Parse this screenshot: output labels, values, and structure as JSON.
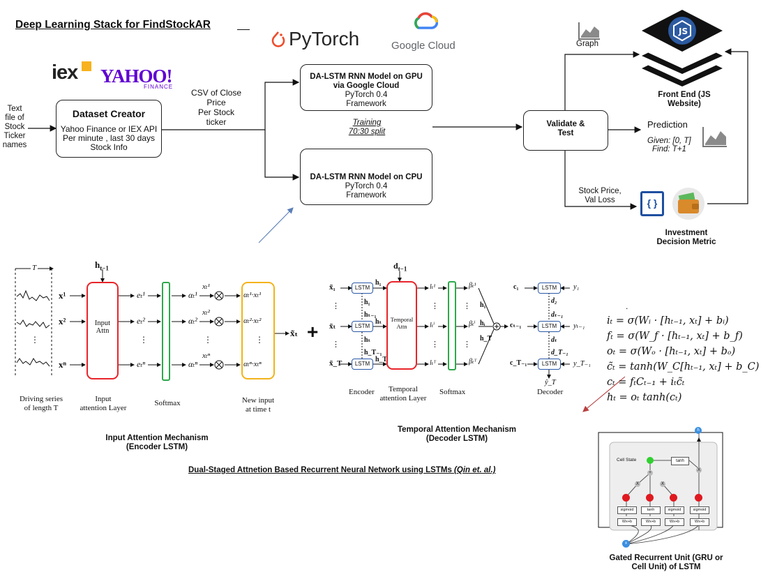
{
  "title": "Deep Learning Stack for FindStockAR",
  "logos": {
    "pytorch": "PyTorch",
    "google_cloud": "Google Cloud",
    "iex": "iex",
    "yahoo": "YAHOO!",
    "yahoo_sub": "FINANCE",
    "js_icon_text": "{ }"
  },
  "input_text": [
    "Text",
    "file of",
    "Stock",
    "Ticker",
    "names"
  ],
  "dataset_creator": {
    "title": "Dataset Creator",
    "lines": [
      "Yahoo Finance  or IEX API",
      "Per minute , last 30 days",
      "Stock Info"
    ]
  },
  "csv_label": [
    "CSV of Close",
    "Price",
    "Per Stock",
    "ticker"
  ],
  "gpu_model": {
    "title_lines": [
      "DA-LSTM RNN Model on GPU",
      "via Google Cloud"
    ],
    "lines": [
      "PyTorch 0.4",
      "Framework"
    ]
  },
  "training_label": [
    "Training",
    "70:30 split"
  ],
  "cpu_model": {
    "title": "DA-LSTM RNN Model on CPU",
    "lines": [
      "PyTorch 0.4",
      "Framework"
    ]
  },
  "validate": [
    "Validate &",
    "Test"
  ],
  "graph_label": "Graph",
  "frontend_label": [
    "Front End (JS",
    "Website)"
  ],
  "prediction": {
    "label": "Prediction",
    "given": "Given: [0, T]",
    "find": "Find: T+1"
  },
  "stock_price_label": [
    "Stock Price,",
    "Val Loss"
  ],
  "investment_label": [
    "Investment",
    "Decision Metric"
  ],
  "input_attention": {
    "caption": [
      "Input Attention Mechanism",
      "(Encoder LSTM)"
    ],
    "attn_box": [
      "Input",
      "Attn"
    ],
    "h_label": "h",
    "h_sub": "t−1",
    "rows": [
      "x¹",
      "x²",
      "xⁿ"
    ],
    "e_labels": [
      "eₜ¹",
      "eₜ²",
      "eₜⁿ"
    ],
    "alpha_labels": [
      "αₜ¹",
      "αₜ²",
      "αₜⁿ"
    ],
    "x_labels": [
      "xₜ¹",
      "xₜ²",
      "xₜⁿ"
    ],
    "new_labels": [
      "αₜ¹·xₜ¹",
      "αₜ²·xₜ²",
      "αₜⁿ·xₜⁿ"
    ],
    "output": "x̃ₜ",
    "T_label": "T",
    "sub_captions": {
      "driving": [
        "Driving series",
        "of length  T"
      ],
      "input_layer": [
        "Input",
        "attention Layer"
      ],
      "softmax": "Softmax",
      "new_input": [
        "New input",
        "at time t"
      ]
    }
  },
  "plus": "+",
  "temporal_attention": {
    "caption": [
      "Temporal Attention Mechanism",
      "(Decoder LSTM)"
    ],
    "attn_box": [
      "Temporal",
      "Attn"
    ],
    "d_label": "d",
    "d_sub": "t−1",
    "lstm": "LSTM",
    "enc_inputs": [
      "x̃₁",
      "x̃ₜ",
      "x̃_T"
    ],
    "enc_h": [
      "h₁",
      "hₜ",
      "h_T"
    ],
    "enc_mid": [
      "h₁",
      "hₜ₋₁",
      "hₜ",
      "h_T₋₁"
    ],
    "l_labels": [
      "lₜ¹",
      "lₜⁱ",
      "lₜᵀ"
    ],
    "beta_labels": [
      "βₜ¹",
      "βₜⁱ",
      "βₜᵀ"
    ],
    "h_right": [
      "h₁",
      "hᵢ",
      "h_T"
    ],
    "c_labels": [
      "c₁",
      "cₜ₋₁",
      "c_T₋₁"
    ],
    "d_labels": [
      "d₂",
      "dₜ₋₁",
      "dₜ",
      "d_T₋₁"
    ],
    "y_labels": [
      "y₁",
      "yₜ₋₁",
      "y_T₋₁"
    ],
    "y_hat": "ŷ_T",
    "sub_captions": {
      "encoder": "Encoder",
      "temporal_layer": [
        "Temporal",
        "attention Layer"
      ],
      "softmax": "Softmax",
      "decoder": "Decoder"
    }
  },
  "equations": {
    "dot": ".",
    "lines": [
      "iₜ = σ(Wᵢ · [hₜ₋₁, xₜ] + bᵢ)",
      "fₜ = σ(W_f · [hₜ₋₁, xₜ] + b_f)",
      "oₜ = σ(Wₒ · [hₜ₋₁, xₜ] + bₒ)",
      "c̃ₜ = tanh(W_C[hₜ₋₁, xₜ] + b_C)",
      "cₜ = fₜCₜ₋₁ + iₜc̃ₜ",
      "hₜ = oₜ tanh(cₜ)"
    ]
  },
  "footer": {
    "text": "Dual-Staged Attnetion Based Recurrent Neural Network using LSTMs ",
    "citation": "(Qin et. al.)"
  },
  "lstm_cell": {
    "cell_state": "Cell State",
    "tanh_top": "tanh",
    "gates": [
      "sigmoid",
      "tanh",
      "sigmoid",
      "sigmoid"
    ],
    "wxb": [
      "Wx+b",
      "Wx+b",
      "Wx+b",
      "Wx+b"
    ],
    "ops": [
      "+",
      "X",
      "X",
      "X"
    ],
    "top_node": "h",
    "bottom_node": "x",
    "caption": [
      "Gated Recurrent Unit (GRU or",
      "Cell Unit) of LSTM"
    ]
  },
  "colors": {
    "input_attn_border": "#e8242a",
    "softmax_border": "#2ea84b",
    "new_input_border": "#f2b31a",
    "pytorch_orange": "#ee4c2c",
    "yahoo_purple": "#6001d2",
    "js_blue": "#2c5aa0",
    "lstm_box_border": "#2b59a8",
    "gate_red": "#e0191f",
    "cell_green": "#2fd12f",
    "node_blue": "#3a8fe0"
  }
}
